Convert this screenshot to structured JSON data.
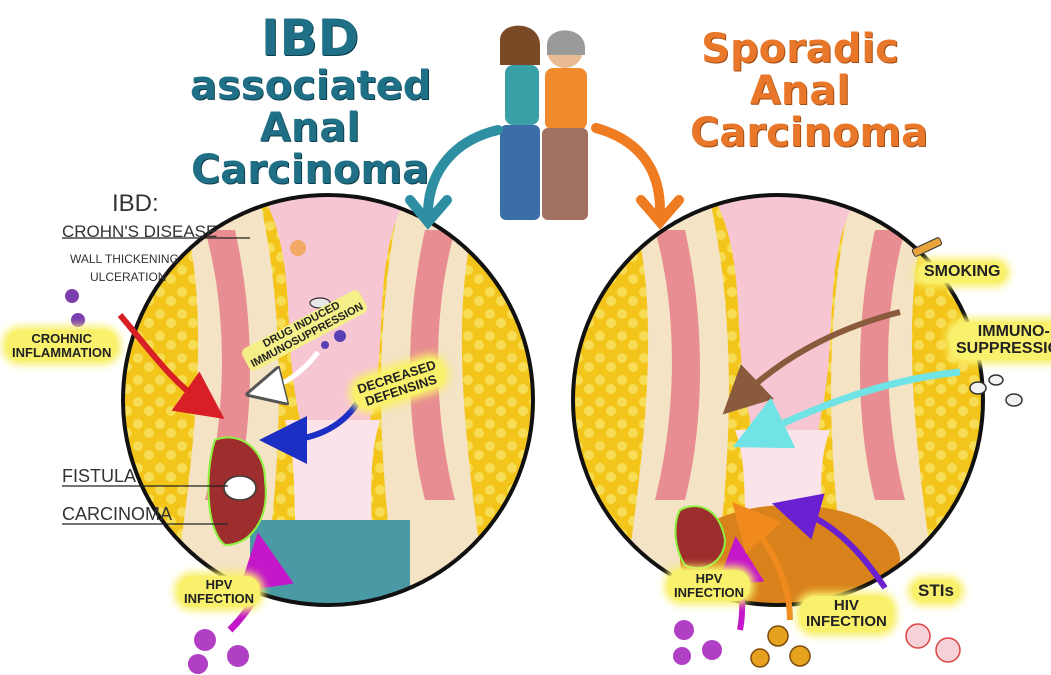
{
  "titles": {
    "ibd": [
      "IBD",
      "associated",
      "Anal",
      "Carcinoma"
    ],
    "sporadic": [
      "Sporadic",
      "Anal",
      "Carcinoma"
    ]
  },
  "left_panel": {
    "ibd_header": "IBD:",
    "crohns": "CROHN'S DISEASE",
    "wall": "WALL THICKENING",
    "ulceration": "ULCERATION",
    "crohnic_1": "CROHNIC",
    "crohnic_2": "INFLAMMATION",
    "drug_1": "DRUG INDUCED",
    "drug_2": "IMMUNOSUPPRESSION",
    "defensins_1": "DECREASED",
    "defensins_2": "DEFENSINS",
    "fistula": "FISTULA",
    "carcinoma": "CARCINOMA",
    "hpv_1": "HPV",
    "hpv_2": "INFECTION"
  },
  "right_panel": {
    "smoking": "SMOKING",
    "immuno_1": "IMMUNO-",
    "immuno_2": "SUPPRESSION",
    "hpv_1": "HPV",
    "hpv_2": "INFECTION",
    "hiv_1": "HIV",
    "hiv_2": "INFECTION",
    "stis": "STIs"
  },
  "colors": {
    "teal": "#1f6f86",
    "orange": "#e9772a",
    "highlight": "#f9f06b",
    "red_arrow": "#d91f26",
    "blue_arrow": "#1c2fc4",
    "magenta_arrow": "#c417c9",
    "brown_arrow": "#8a5a3c",
    "cyan_arrow": "#6fe3e6",
    "purple_arrow": "#6a1fd1"
  }
}
